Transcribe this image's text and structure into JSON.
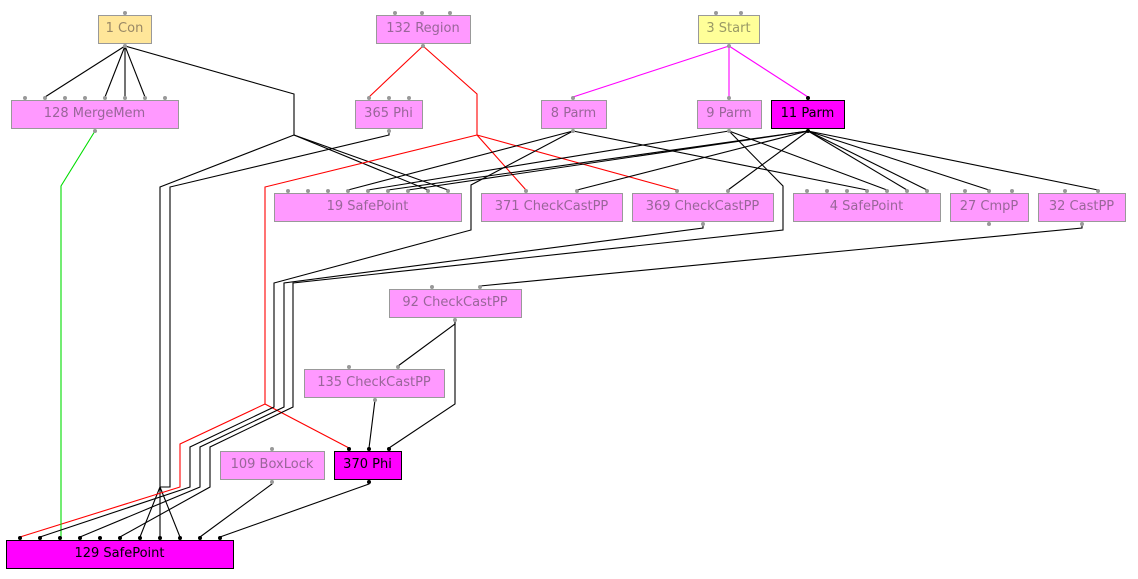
{
  "graph": {
    "title": "Ideal graph",
    "colors": {
      "node_default": "#ff99ff",
      "node_selected": "#ff00ff",
      "node_con": "#ffe699",
      "node_start": "#ffff99",
      "border_default": "#999999",
      "border_selected": "#000000",
      "text_default": "#996699",
      "text_selected": "#000000",
      "text_con": "#998866",
      "text_start": "#999966",
      "edge_data": "#000000",
      "edge_control": "#ff0000",
      "edge_memory": "#00dd00",
      "edge_start": "#ff00ff"
    },
    "nodes": [
      {
        "id": "1",
        "label": "1 Con",
        "kind": "con",
        "selected": false
      },
      {
        "id": "132",
        "label": "132 Region",
        "kind": "default",
        "selected": false
      },
      {
        "id": "3",
        "label": "3 Start",
        "kind": "start",
        "selected": false
      },
      {
        "id": "128",
        "label": "128 MergeMem",
        "kind": "default",
        "selected": false
      },
      {
        "id": "365",
        "label": "365 Phi",
        "kind": "default",
        "selected": false
      },
      {
        "id": "8",
        "label": "8 Parm",
        "kind": "default",
        "selected": false
      },
      {
        "id": "9",
        "label": "9 Parm",
        "kind": "default",
        "selected": false
      },
      {
        "id": "11",
        "label": "11 Parm",
        "kind": "default",
        "selected": true
      },
      {
        "id": "19",
        "label": "19 SafePoint",
        "kind": "default",
        "selected": false
      },
      {
        "id": "371",
        "label": "371 CheckCastPP",
        "kind": "default",
        "selected": false
      },
      {
        "id": "369",
        "label": "369 CheckCastPP",
        "kind": "default",
        "selected": false
      },
      {
        "id": "4",
        "label": "4 SafePoint",
        "kind": "default",
        "selected": false
      },
      {
        "id": "27",
        "label": "27 CmpP",
        "kind": "default",
        "selected": false
      },
      {
        "id": "32",
        "label": "32 CastPP",
        "kind": "default",
        "selected": false
      },
      {
        "id": "92",
        "label": "92 CheckCastPP",
        "kind": "default",
        "selected": false
      },
      {
        "id": "135",
        "label": "135 CheckCastPP",
        "kind": "default",
        "selected": false
      },
      {
        "id": "109",
        "label": "109 BoxLock",
        "kind": "default",
        "selected": false
      },
      {
        "id": "370",
        "label": "370 Phi",
        "kind": "default",
        "selected": true
      },
      {
        "id": "129",
        "label": "129 SafePoint",
        "kind": "default",
        "selected": true
      }
    ],
    "edges": [
      {
        "from": "1",
        "to": "128",
        "type": "data"
      },
      {
        "from": "1",
        "to": "128",
        "type": "data"
      },
      {
        "from": "1",
        "to": "128",
        "type": "data"
      },
      {
        "from": "1",
        "to": "128",
        "type": "data"
      },
      {
        "from": "1",
        "to": "19",
        "type": "data"
      },
      {
        "from": "1",
        "to": "19",
        "type": "data"
      },
      {
        "from": "1",
        "to": "129",
        "type": "data"
      },
      {
        "from": "1",
        "to": "129",
        "type": "data"
      },
      {
        "from": "1",
        "to": "129",
        "type": "data"
      },
      {
        "from": "132",
        "to": "365",
        "type": "control"
      },
      {
        "from": "132",
        "to": "371",
        "type": "control"
      },
      {
        "from": "132",
        "to": "369",
        "type": "control"
      },
      {
        "from": "132",
        "to": "370",
        "type": "control"
      },
      {
        "from": "132",
        "to": "129",
        "type": "control"
      },
      {
        "from": "3",
        "to": "8",
        "type": "start"
      },
      {
        "from": "3",
        "to": "9",
        "type": "start"
      },
      {
        "from": "3",
        "to": "11",
        "type": "start"
      },
      {
        "from": "128",
        "to": "129",
        "type": "memory"
      },
      {
        "from": "365",
        "to": "129",
        "type": "data"
      },
      {
        "from": "8",
        "to": "19",
        "type": "data"
      },
      {
        "from": "8",
        "to": "4",
        "type": "data"
      },
      {
        "from": "8",
        "to": "129",
        "type": "data"
      },
      {
        "from": "9",
        "to": "19",
        "type": "data"
      },
      {
        "from": "9",
        "to": "4",
        "type": "data"
      },
      {
        "from": "9",
        "to": "129",
        "type": "data"
      },
      {
        "from": "11",
        "to": "19",
        "type": "data"
      },
      {
        "from": "11",
        "to": "371",
        "type": "data"
      },
      {
        "from": "11",
        "to": "369",
        "type": "data"
      },
      {
        "from": "11",
        "to": "4",
        "type": "data"
      },
      {
        "from": "11",
        "to": "27",
        "type": "data"
      },
      {
        "from": "11",
        "to": "32",
        "type": "data"
      },
      {
        "from": "369",
        "to": "129",
        "type": "data"
      },
      {
        "from": "32",
        "to": "92",
        "type": "data"
      },
      {
        "from": "92",
        "to": "135",
        "type": "data"
      },
      {
        "from": "92",
        "to": "370",
        "type": "data"
      },
      {
        "from": "135",
        "to": "370",
        "type": "data"
      },
      {
        "from": "109",
        "to": "129",
        "type": "data"
      },
      {
        "from": "370",
        "to": "129",
        "type": "data"
      }
    ]
  }
}
